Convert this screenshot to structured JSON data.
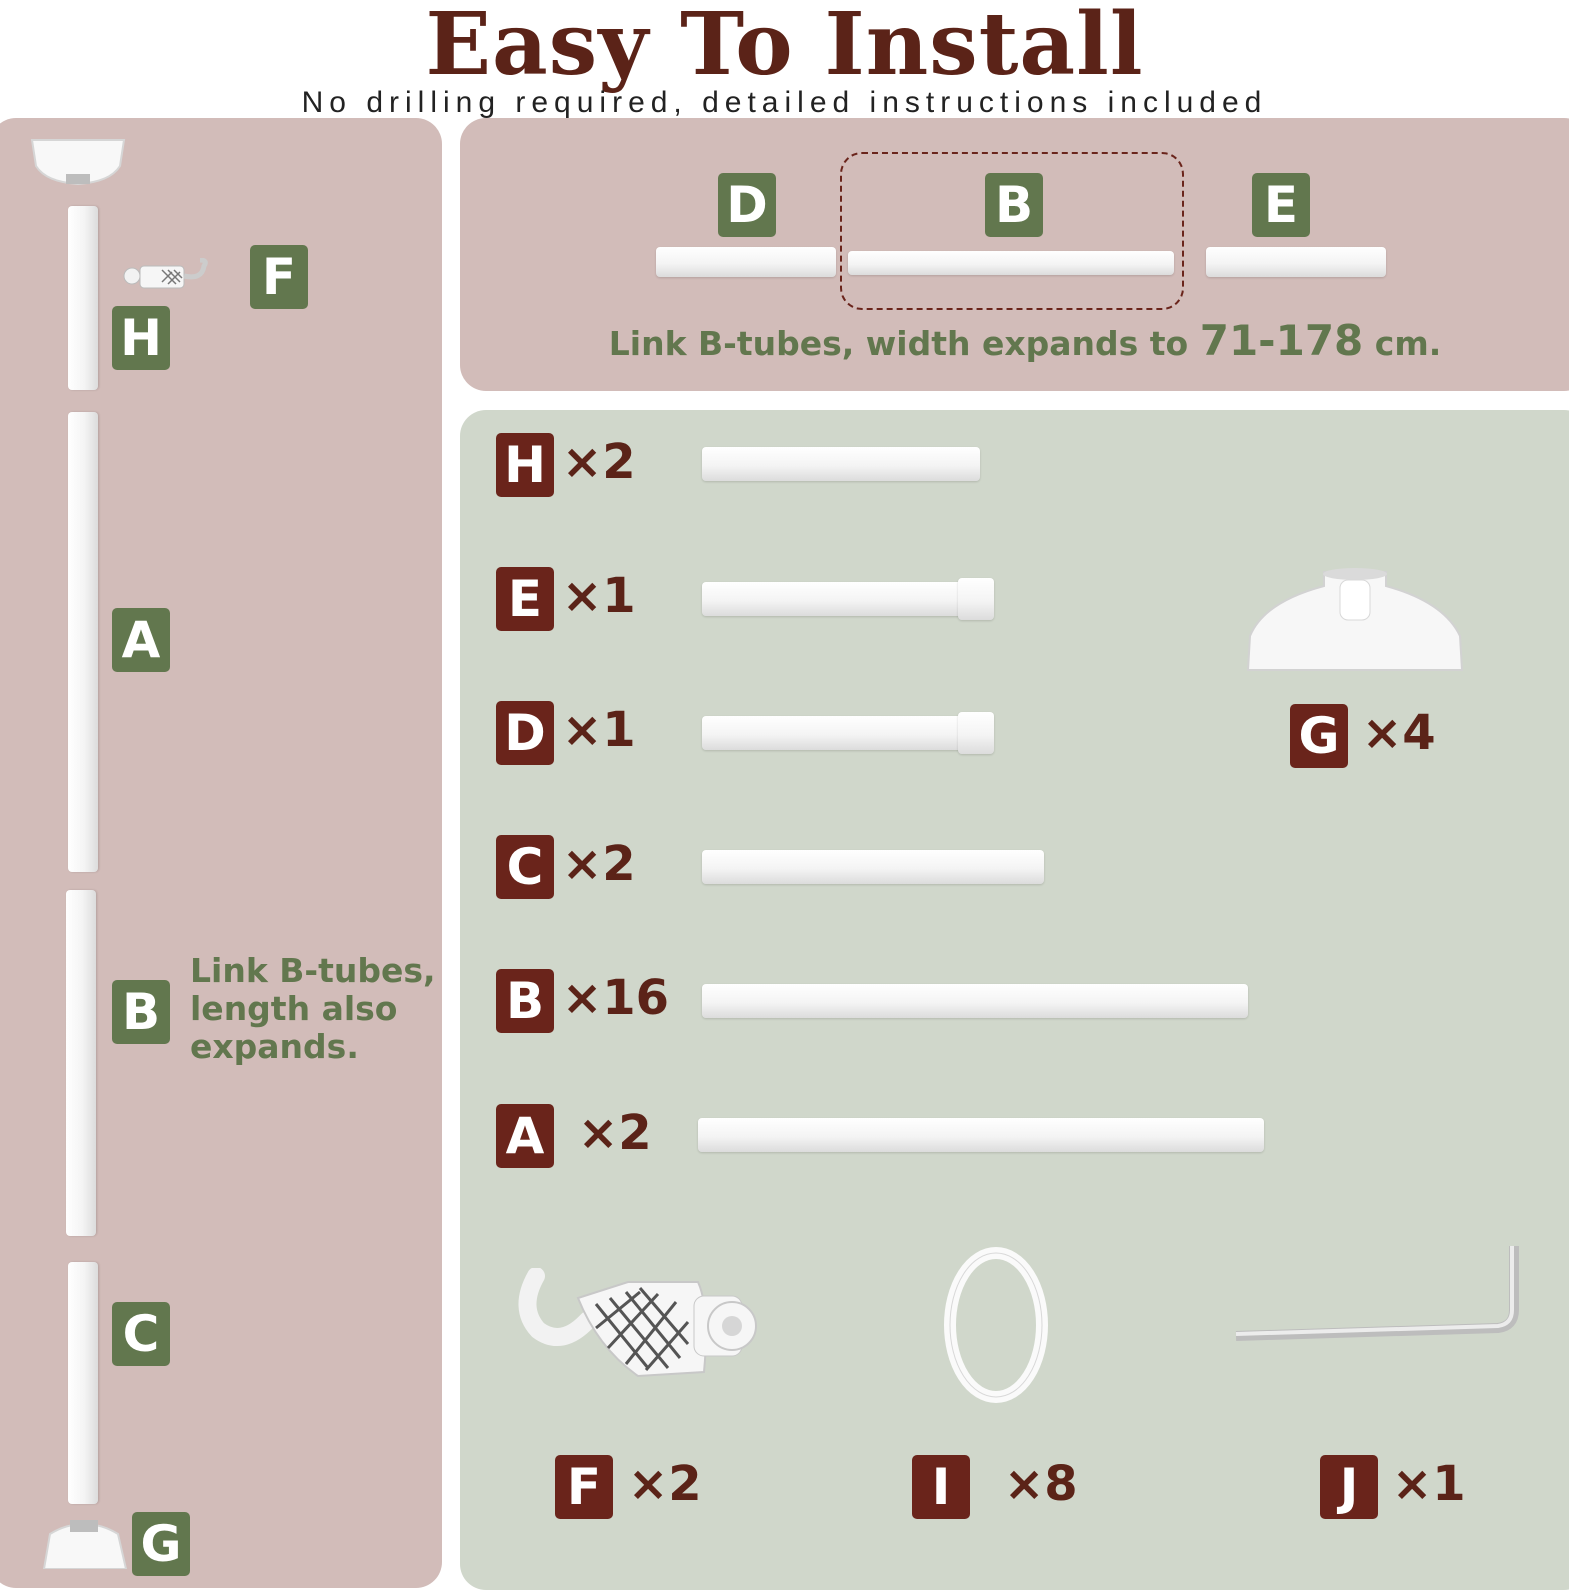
{
  "header": {
    "title": "Easy To Install",
    "subtitle": "No drilling required, detailed instructions included"
  },
  "left_panel": {
    "labels": {
      "H": "H",
      "F": "F",
      "A": "A",
      "B": "B",
      "C": "C",
      "G": "G"
    },
    "note": [
      "Link B-tubes,",
      "length also",
      "expands."
    ]
  },
  "top_panel": {
    "labels": {
      "D": "D",
      "B": "B",
      "E": "E"
    },
    "caption_pre": "Link B-tubes, width expands to ",
    "caption_range": "71-178",
    "caption_post": " cm."
  },
  "parts": [
    {
      "label": "H",
      "qty": "×2"
    },
    {
      "label": "E",
      "qty": "×1"
    },
    {
      "label": "D",
      "qty": "×1"
    },
    {
      "label": "C",
      "qty": "×2"
    },
    {
      "label": "B",
      "qty": "×16"
    },
    {
      "label": "A",
      "qty": "×2"
    }
  ],
  "extras": [
    {
      "label": "G",
      "qty": "×4",
      "icon": "base-cup-icon"
    },
    {
      "label": "F",
      "qty": "×2",
      "icon": "hook-icon"
    },
    {
      "label": "I",
      "qty": "×8",
      "icon": "ring-icon"
    },
    {
      "label": "J",
      "qty": "×1",
      "icon": "hex-key-icon"
    }
  ],
  "colors": {
    "brown": "#6a241b",
    "green": "#62774e",
    "pink_panel": "#d2bcb9",
    "sage_panel": "#d0d7cb"
  }
}
